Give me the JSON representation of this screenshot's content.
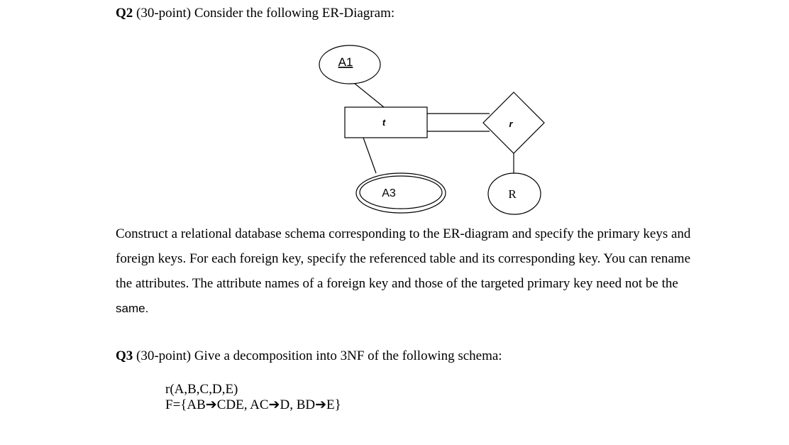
{
  "q2": {
    "number": "Q2",
    "title_rest": " (30-point) Consider the following ER-Diagram:",
    "paragraph_lines": [
      "Construct a relational database schema corresponding to the ER-diagram and specify the primary keys and",
      "foreign keys. For each foreign key, specify the referenced table and its corresponding key. You can rename",
      "the attributes. The attribute names of a foreign key and those of the targeted primary key need not be the",
      "same."
    ]
  },
  "diagram": {
    "attribute_a1": "A1",
    "entity_t": "t",
    "relationship_r": "r",
    "attribute_a3": "A3",
    "attribute_r": "R"
  },
  "q3": {
    "number": "Q3",
    "title_rest": " (30-point) Give a decomposition into 3NF of the following schema:",
    "schema_line": "r(A,B,C,D,E)",
    "fd_line": "F={AB➔CDE, AC➔D, BD➔E}"
  }
}
